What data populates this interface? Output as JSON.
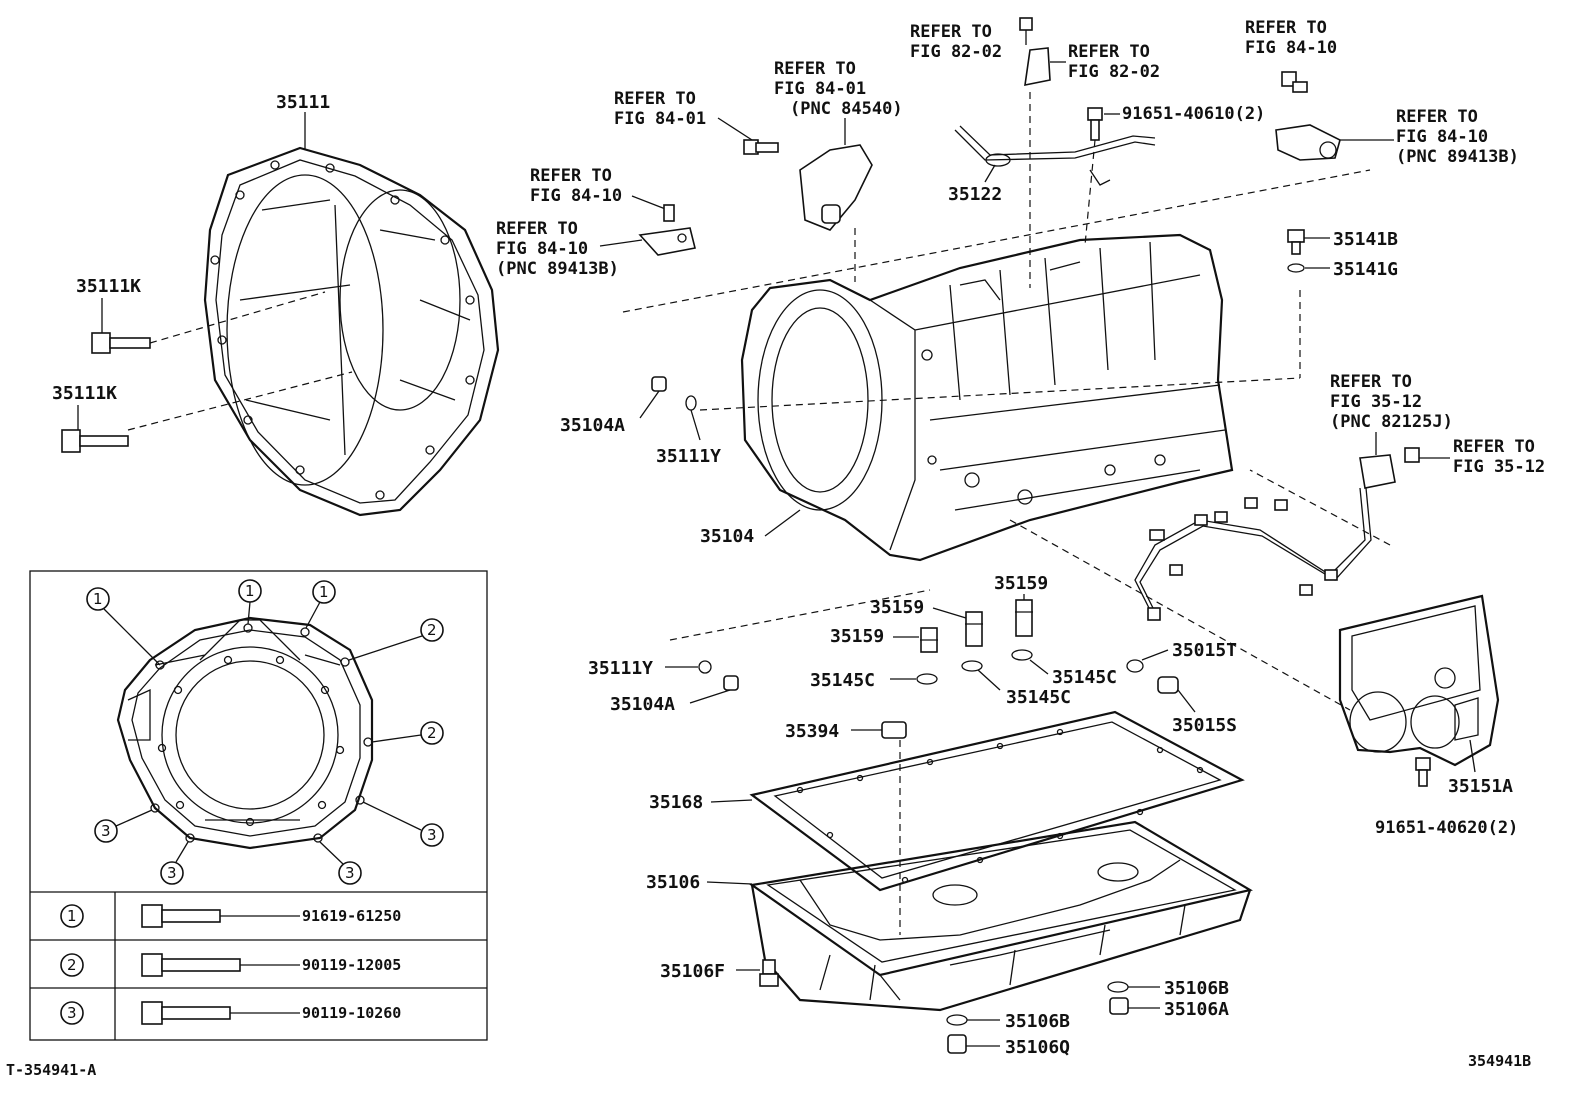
{
  "refer_notes": {
    "fig_84_01_left": [
      "REFER TO",
      "FIG 84-01"
    ],
    "fig_84_01_pnc": [
      "REFER TO",
      "FIG 84-01",
      "(PNC 84540)"
    ],
    "fig_82_02_top": [
      "REFER TO",
      "FIG 82-02"
    ],
    "fig_82_02_bracket": [
      "REFER TO",
      "FIG 82-02"
    ],
    "fig_84_10_top_right": [
      "REFER TO",
      "FIG 84-10"
    ],
    "fig_84_10_pnc_right": [
      "REFER TO",
      "FIG 84-10",
      "(PNC 89413B)"
    ],
    "fig_84_10_left_bolt": [
      "REFER TO",
      "FIG 84-10"
    ],
    "fig_84_10_pnc_left": [
      "REFER TO",
      "FIG 84-10",
      "(PNC 89413B)"
    ],
    "fig_35_12_pnc": [
      "REFER TO",
      "FIG 35-12",
      "(PNC 82125J)"
    ],
    "fig_35_12_bolt": [
      "REFER TO",
      "FIG 35-12"
    ]
  },
  "parts": {
    "p35111": "35111",
    "p35111k_a": "35111K",
    "p35111k_b": "35111K",
    "p35122": "35122",
    "p91651_40610": "91651-40610(2)",
    "p35141b": "35141B",
    "p35141g": "35141G",
    "p35104a_top": "35104A",
    "p35111y_top": "35111Y",
    "p35104": "35104",
    "p35159_a": "35159",
    "p35159_b": "35159",
    "p35159_c": "35159",
    "p35145c_a": "35145C",
    "p35145c_b": "35145C",
    "p35145c_c": "35145C",
    "p35015t": "35015T",
    "p35015s": "35015S",
    "p35111y_bot": "35111Y",
    "p35104a_bot": "35104A",
    "p35394": "35394",
    "p35168": "35168",
    "p35106": "35106",
    "p35106f": "35106F",
    "p35106b_a": "35106B",
    "p35106a": "35106A",
    "p35106b_b": "35106B",
    "p35106q": "35106Q",
    "p35151a": "35151A",
    "p91651_40620": "91651-40620(2)"
  },
  "bolt_table": {
    "rows": [
      {
        "key": "1",
        "part": "91619-61250"
      },
      {
        "key": "2",
        "part": "90119-12005"
      },
      {
        "key": "3",
        "part": "90119-10260"
      }
    ]
  },
  "hole_markers": [
    "1",
    "1",
    "1",
    "2",
    "2",
    "3",
    "3",
    "3",
    "3"
  ],
  "footer": {
    "left_code": "T-354941-A",
    "right_code": "354941B"
  }
}
